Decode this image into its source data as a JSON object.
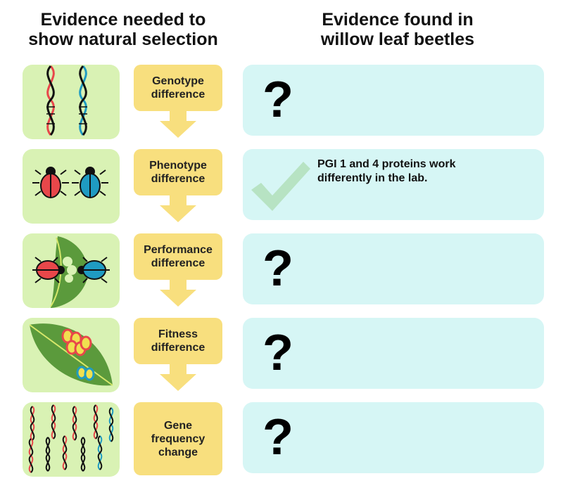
{
  "headers": {
    "left": [
      "Evidence needed to",
      "show natural selection"
    ],
    "right": [
      "Evidence found in",
      "willow leaf beetles"
    ]
  },
  "steps": [
    {
      "label": [
        "Genotype",
        "difference"
      ],
      "evidence": "?",
      "icon": "dna-pair-icon"
    },
    {
      "label": [
        "Phenotype",
        "difference"
      ],
      "evidence_text": [
        "PGI 1 and 4 proteins work",
        "differently in the lab."
      ],
      "icon": "beetles-icon",
      "evidence_icon": "checkmark-icon"
    },
    {
      "label": [
        "Performance",
        "difference"
      ],
      "evidence": "?",
      "icon": "beetles-eating-leaf-icon"
    },
    {
      "label": [
        "Fitness",
        "difference"
      ],
      "evidence": "?",
      "icon": "leaf-with-eggs-icon"
    },
    {
      "label": [
        "Gene",
        "frequency",
        "change"
      ],
      "evidence": "?",
      "icon": "dna-population-icon"
    }
  ],
  "colors": {
    "image_bg": "#d9f2b4",
    "step_bg": "#f8df7e",
    "evidence_bg": "#d6f6f5",
    "red": "#e8474a",
    "blue": "#1f9bc2",
    "check": "#b7e3c3"
  }
}
